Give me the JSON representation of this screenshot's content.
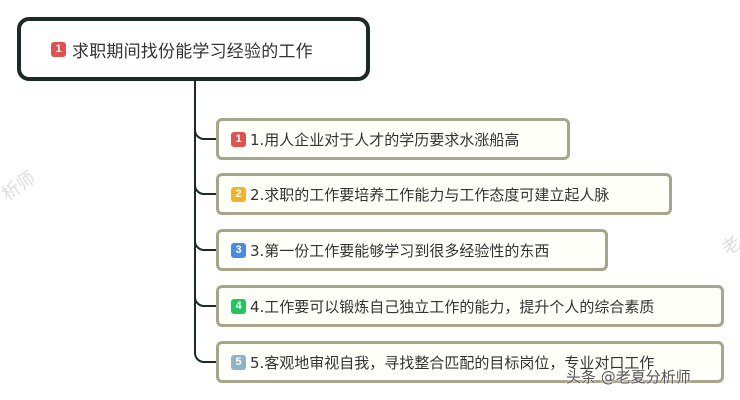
{
  "root": {
    "badge": "1",
    "badge_color": "#e05252",
    "label": "求职期间找份能学习经验的工作"
  },
  "children": [
    {
      "badge": "1",
      "badge_color": "#e05252",
      "label": "1.用人企业对于人才的学历要求水涨船高"
    },
    {
      "badge": "2",
      "badge_color": "#f0b429",
      "label": "2.求职的工作要培养工作能力与工作态度可建立起人脉"
    },
    {
      "badge": "3",
      "badge_color": "#4a8ae0",
      "label": "3.第一份工作要能够学习到很多经验性的东西"
    },
    {
      "badge": "4",
      "badge_color": "#22c55e",
      "label": "4.工作要可以锻炼自己独立工作的能力，提升个人的综合素质"
    },
    {
      "badge": "5",
      "badge_color": "#8fb4c4",
      "label": "5.客观地审视自我，寻找整合匹配的目标岗位，专业对口工作"
    }
  ],
  "watermark": {
    "credit": "头条 @老夏分析师",
    "faint_left": "析师",
    "faint_right": "老"
  }
}
